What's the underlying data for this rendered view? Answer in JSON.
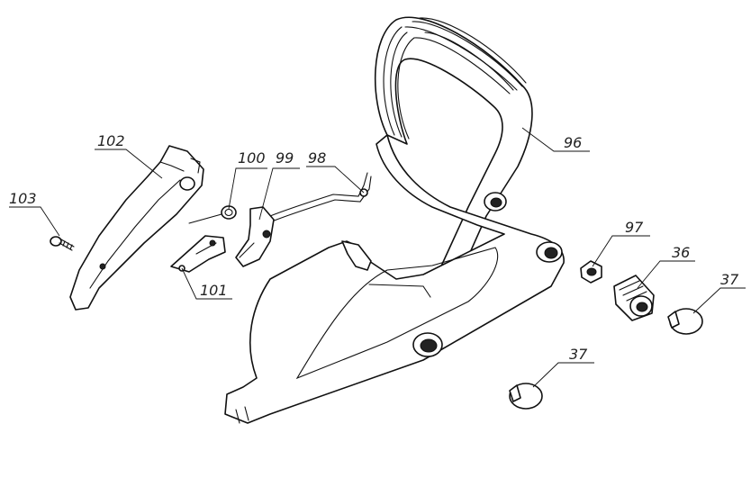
{
  "part_labels": {
    "p96": "96",
    "p97": "97",
    "p36": "36",
    "p37a": "37",
    "p37b": "37",
    "p98": "98",
    "p99": "99",
    "p100": "100",
    "p101": "101",
    "p102": "102",
    "p103": "103"
  }
}
